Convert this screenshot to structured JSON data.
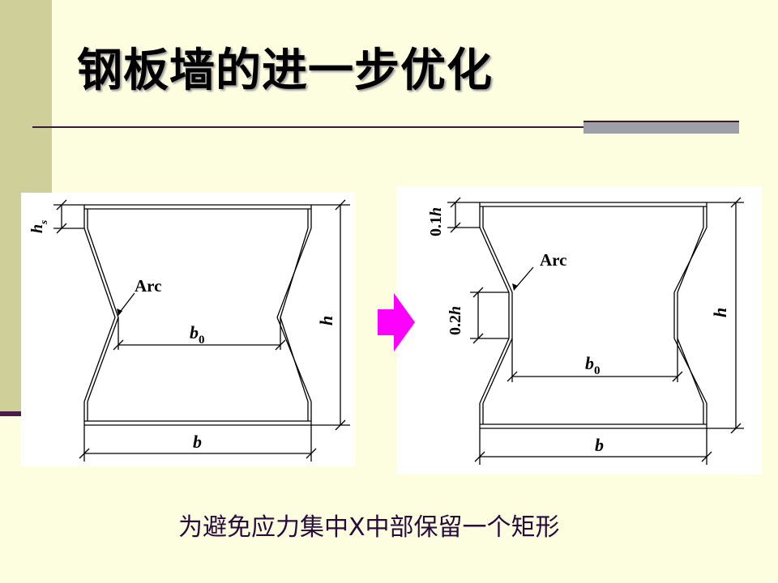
{
  "slide": {
    "title": "钢板墙的进一步优化",
    "caption": "为避免应力集中X中部保留一个矩形"
  },
  "diagram_left": {
    "label_hs": "h",
    "label_hs_sub": "s",
    "label_arc": "Arc",
    "label_b0": "b",
    "label_b0_sub": "0",
    "label_h": "h",
    "label_b": "b"
  },
  "diagram_right": {
    "label_01h_num": "0.1",
    "label_01h_var": "h",
    "label_arc": "Arc",
    "label_02h_num": "0.2",
    "label_02h_var": "h",
    "label_b0": "b",
    "label_b0_sub": "0",
    "label_h": "h",
    "label_b": "b"
  },
  "colors": {
    "background": "#fdfde0",
    "left_bar": "#cfcf9a",
    "arrow": "#ff00ff"
  },
  "icons": {
    "arrow": "arrow-right-icon"
  }
}
